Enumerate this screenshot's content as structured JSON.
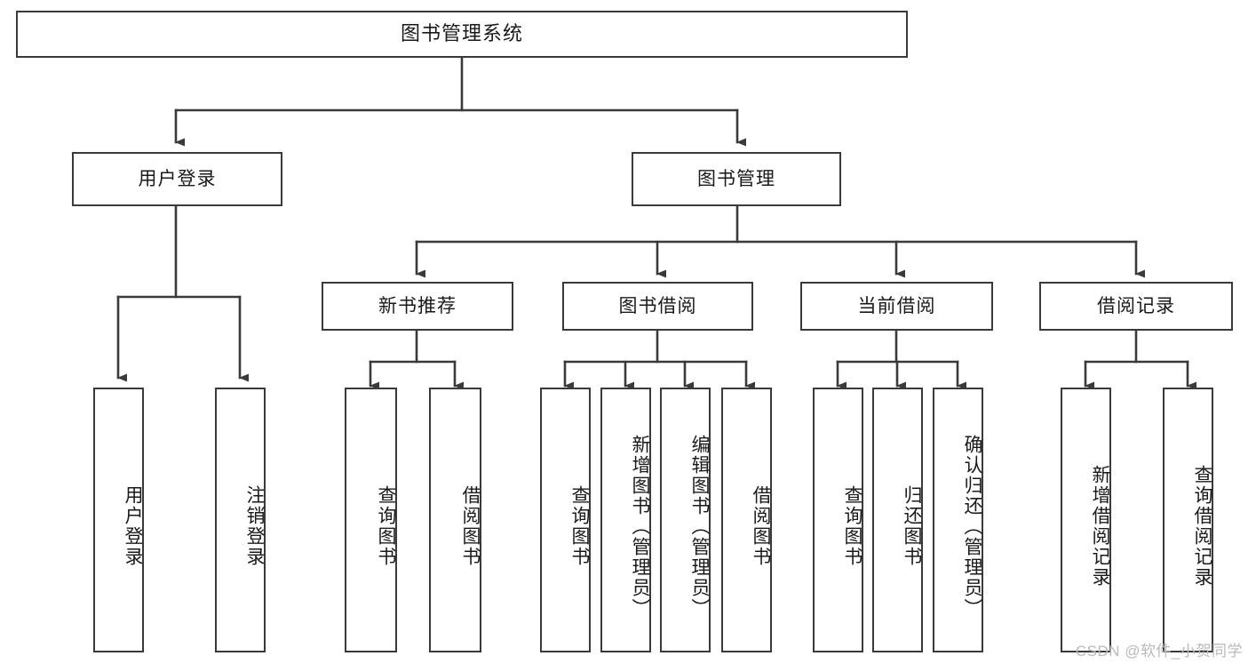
{
  "diagram": {
    "type": "tree-hierarchy-chart",
    "title": "图书管理系统",
    "orientation": "top-down",
    "colors": {
      "stroke": "#3a3a3a",
      "fill": "#ffffff",
      "text": "#1a1a1a",
      "watermark": "#b9b9b9"
    },
    "root": {
      "label": "图书管理系统"
    },
    "level2": [
      {
        "id": "user-login",
        "label": "用户登录"
      },
      {
        "id": "book-management",
        "label": "图书管理"
      }
    ],
    "level3": [
      {
        "id": "new-book-recommend",
        "label": "新书推荐",
        "parent": "book-management"
      },
      {
        "id": "book-borrow",
        "label": "图书借阅",
        "parent": "book-management"
      },
      {
        "id": "current-borrow",
        "label": "当前借阅",
        "parent": "book-management"
      },
      {
        "id": "borrow-record",
        "label": "借阅记录",
        "parent": "book-management"
      }
    ],
    "leaves": {
      "user_login": [
        {
          "id": "leaf-user-login",
          "label": "用户登录"
        },
        {
          "id": "leaf-logout-login",
          "label": "注销登录"
        }
      ],
      "new_book_recommend": [
        {
          "id": "leaf-query-book-1",
          "label": "查询图书"
        },
        {
          "id": "leaf-borrow-book-1",
          "label": "借阅图书"
        }
      ],
      "book_borrow": [
        {
          "id": "leaf-query-book-2",
          "label": "查询图书"
        },
        {
          "id": "leaf-add-book",
          "label": "新增图书（管理员）"
        },
        {
          "id": "leaf-edit-book",
          "label": "编辑图书（管理员）"
        },
        {
          "id": "leaf-borrow-book-2",
          "label": "借阅图书"
        }
      ],
      "current_borrow": [
        {
          "id": "leaf-query-book-3",
          "label": "查询图书"
        },
        {
          "id": "leaf-return-book",
          "label": "归还图书"
        },
        {
          "id": "leaf-confirm-return",
          "label": "确认归还（管理员）"
        }
      ],
      "borrow_record": [
        {
          "id": "leaf-add-borrow-record",
          "label": "新增借阅记录"
        },
        {
          "id": "leaf-query-borrow-record",
          "label": "查询借阅记录"
        }
      ]
    }
  },
  "watermark": {
    "text": "CSDN @软件_小贺同学"
  }
}
